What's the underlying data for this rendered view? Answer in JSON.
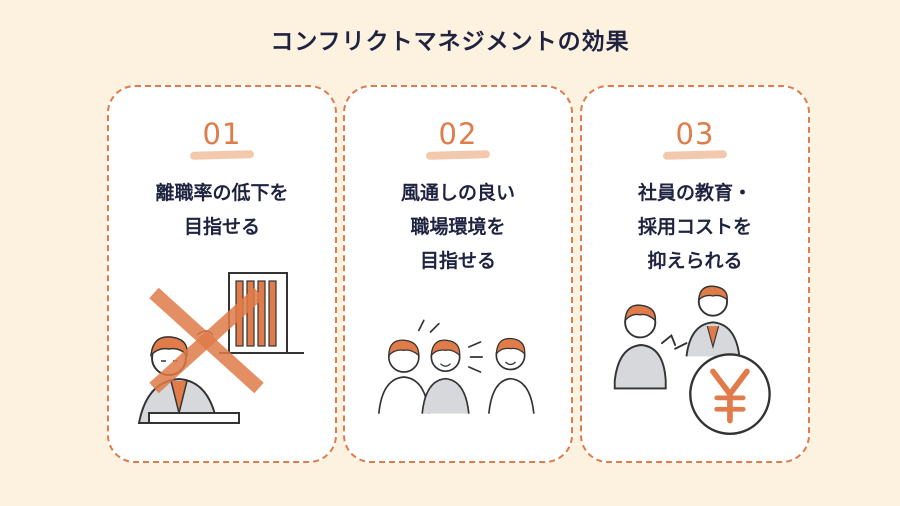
{
  "title": "コンフリクトマネジメントの効果",
  "cards": [
    {
      "number": "01",
      "lines": [
        "離職率の低下を",
        "目指せる"
      ],
      "illustration": "resignation-x-icon"
    },
    {
      "number": "02",
      "lines": [
        "風通しの良い",
        "職場環境を",
        "目指せる"
      ],
      "illustration": "talking-people-icon"
    },
    {
      "number": "03",
      "lines": [
        "社員の教育・",
        "採用コストを",
        "抑えられる"
      ],
      "illustration": "yen-coin-icon"
    }
  ],
  "colors": {
    "background": "#fdf1df",
    "accent": "#e07b4a",
    "text": "#1f2340",
    "card": "#ffffff"
  }
}
